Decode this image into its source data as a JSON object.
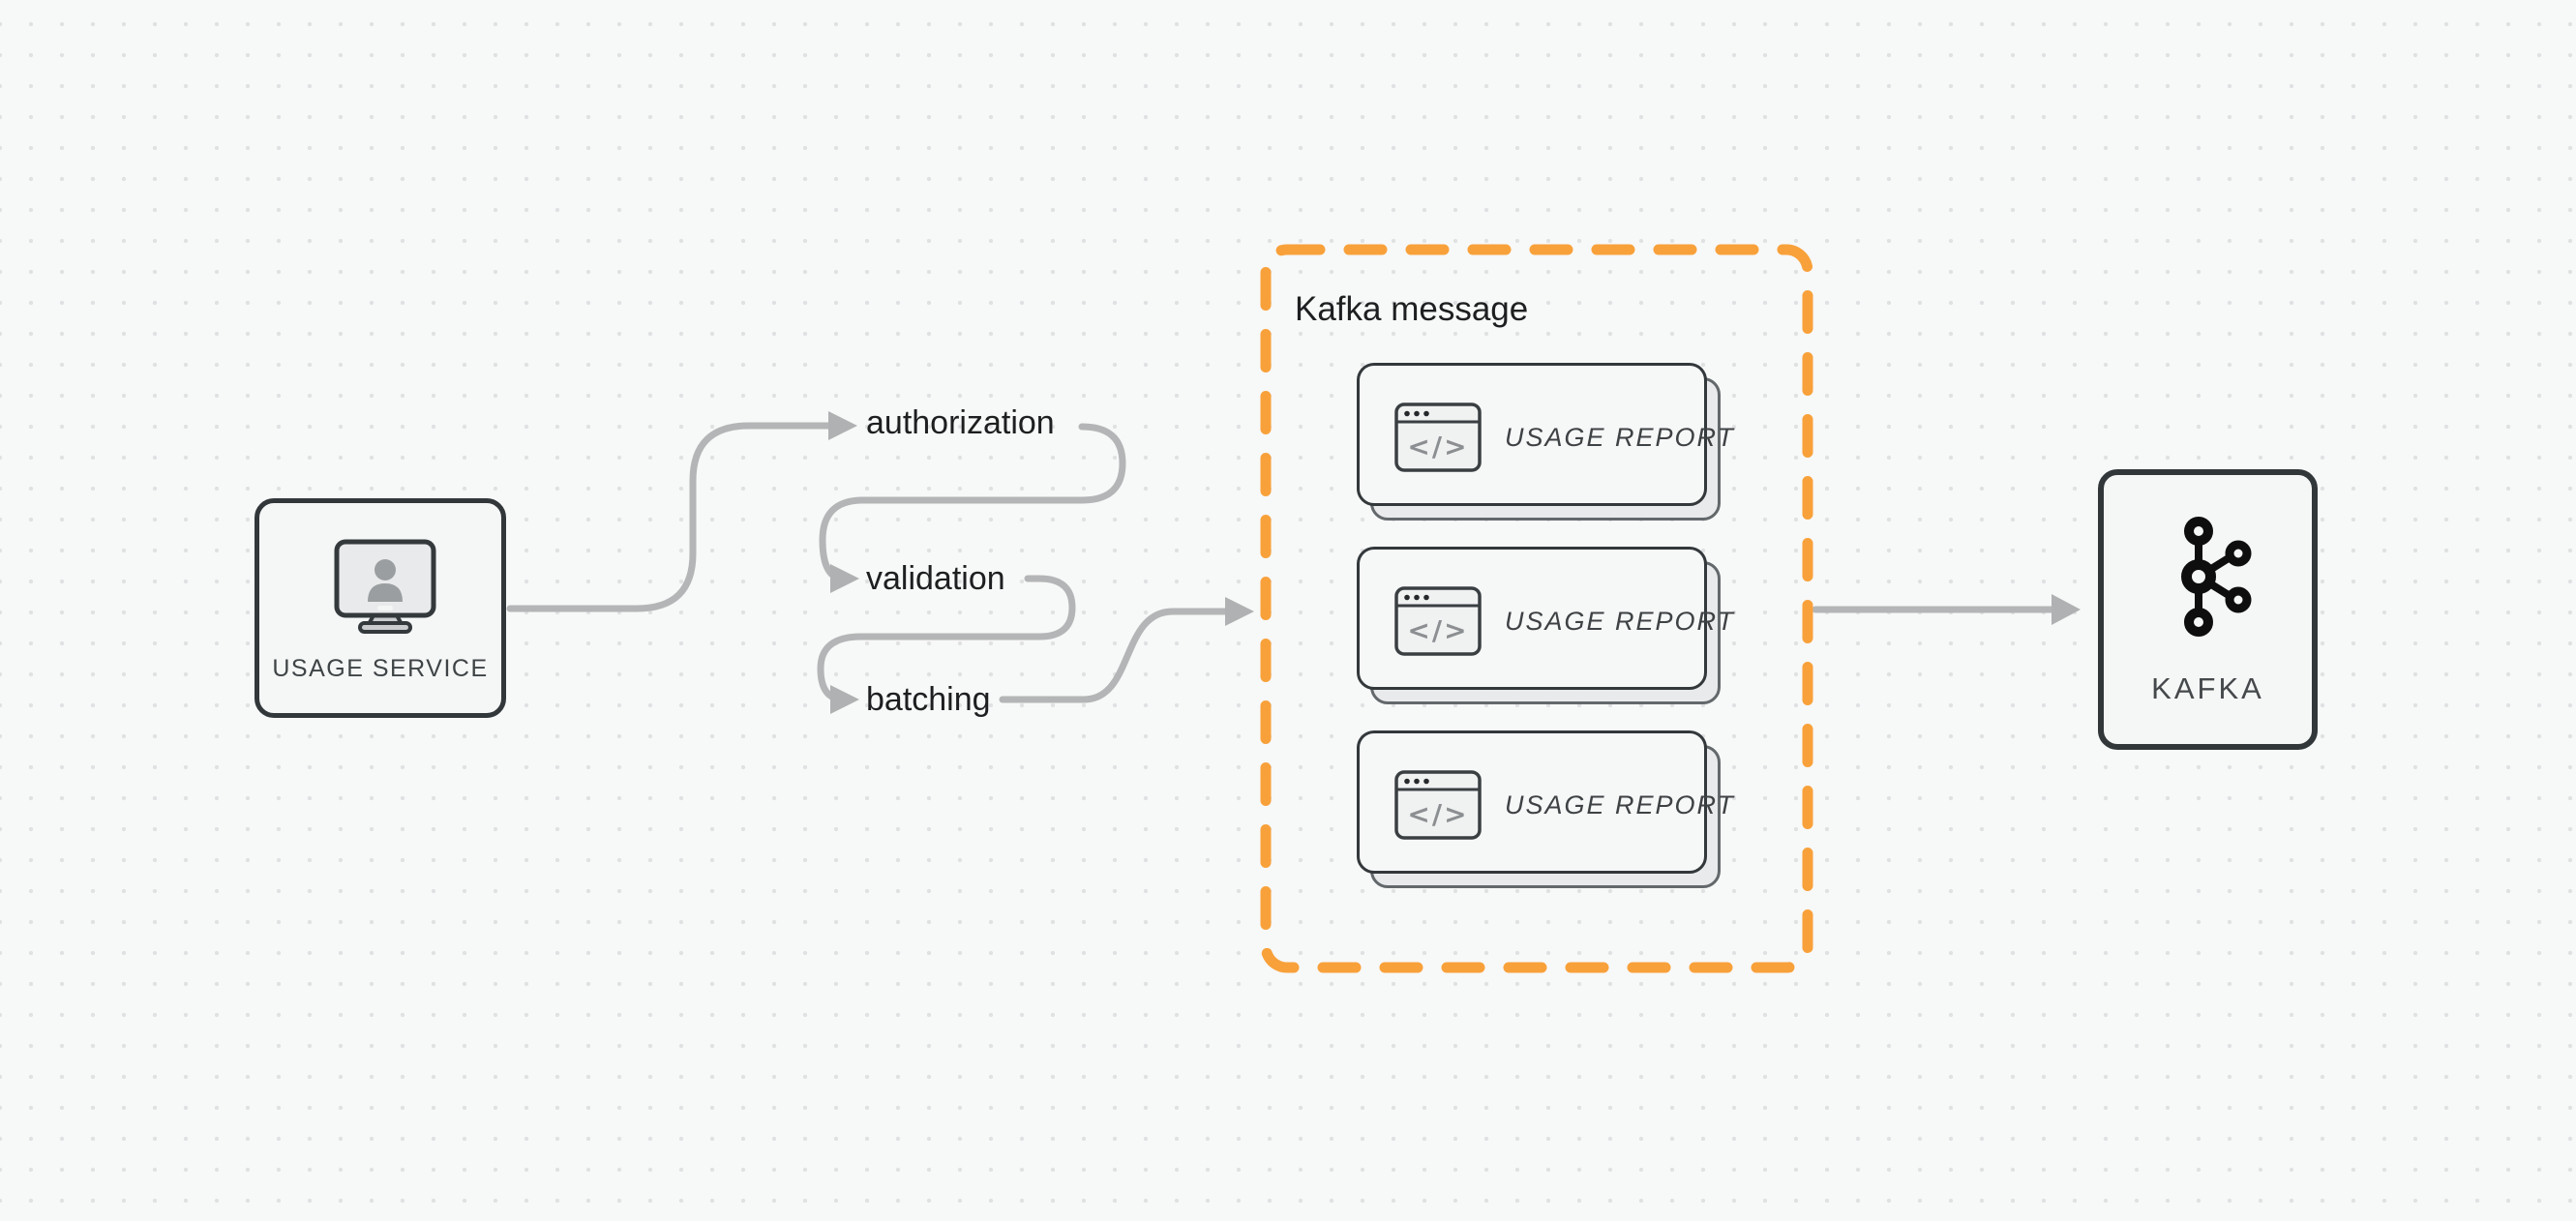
{
  "colors": {
    "background": "#f7f8f8",
    "dot": "#e0e1e2",
    "arrow": "#b4b5b6",
    "border_dark": "#32373a",
    "orange": "#f8a13a",
    "text_dark": "#1d1f20",
    "node_fill": "#f5f6f6",
    "card_fill": "#f6f7f7",
    "icon_gray": "#9b9ea0"
  },
  "nodes": {
    "usage_service": {
      "label": "USAGE SERVICE",
      "icon": "monitor-user-icon"
    },
    "kafka": {
      "label": "KAFKA",
      "icon": "kafka-logo-icon"
    }
  },
  "pipeline_steps": [
    {
      "label": "authorization"
    },
    {
      "label": "validation"
    },
    {
      "label": "batching"
    }
  ],
  "kafka_message": {
    "title": "Kafka message",
    "card_icon": "code-window-icon",
    "cards": [
      {
        "label": "USAGE REPORT"
      },
      {
        "label": "USAGE REPORT"
      },
      {
        "label": "USAGE REPORT"
      }
    ]
  }
}
